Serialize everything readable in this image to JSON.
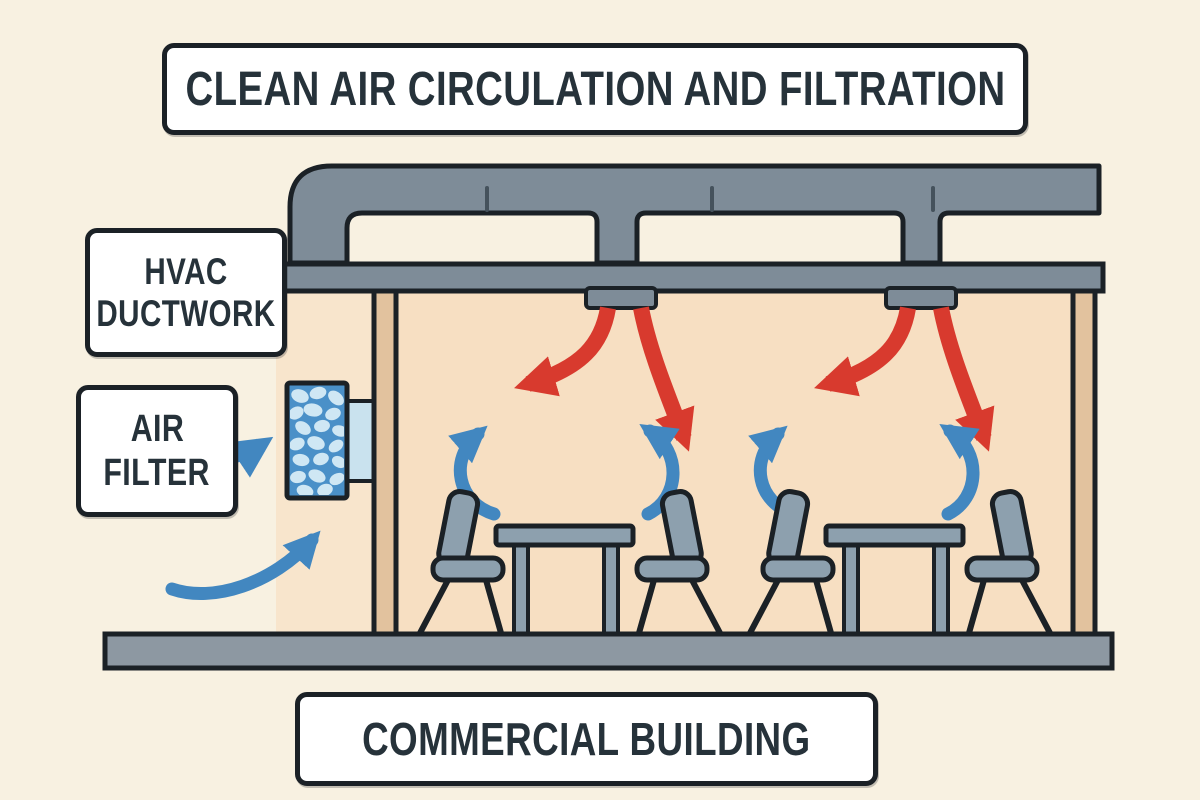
{
  "title": "CLEAN AIR CIRCULATION AND FILTRATION",
  "labels": {
    "hvac": {
      "line1": "HVAC",
      "line2": "DUCTWORK"
    },
    "air_filter": {
      "line1": "AIR",
      "line2": "FILTER"
    },
    "building": "COMMERCIAL BUILDING"
  },
  "diagram": {
    "elements": [
      "hvac-ductwork",
      "ceiling",
      "supply-vents",
      "air-filter-unit",
      "interior-wall",
      "right-wall",
      "floor",
      "tables",
      "chairs",
      "supply-air-arrows-red",
      "return-air-arrows-blue",
      "fresh-air-intake-arrow"
    ]
  },
  "colors": {
    "bg": "#f8f1e1",
    "room": "#f7dfc2",
    "entrance": "#f8e5cc",
    "duct": "#7e8c98",
    "floor": "#8d98a2",
    "furniture": "#8da0ae",
    "wall_tan": "#e2c29e",
    "outline": "#1b2126",
    "supply_red": "#d83a2e",
    "return_blue": "#4287c0",
    "filter_blue": "#4a90c8",
    "pebble": "#cfe7f4",
    "connector": "#c9e2ee",
    "label_bg": "#ffffff",
    "label_text": "#26323a"
  }
}
